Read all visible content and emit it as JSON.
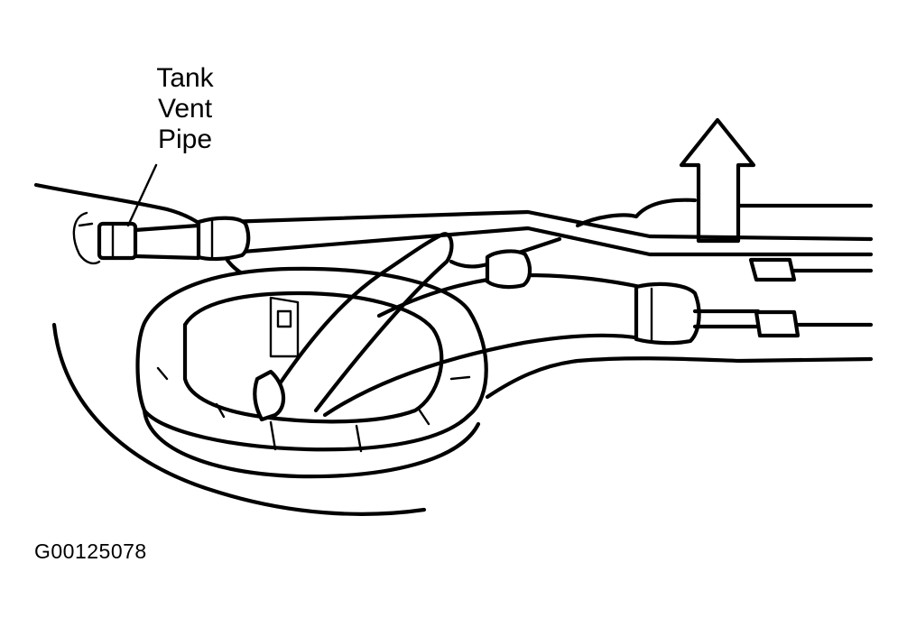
{
  "callout": {
    "line1": "Tank",
    "line2": "Vent",
    "line3": "Pipe"
  },
  "figure_id": "G00125078"
}
